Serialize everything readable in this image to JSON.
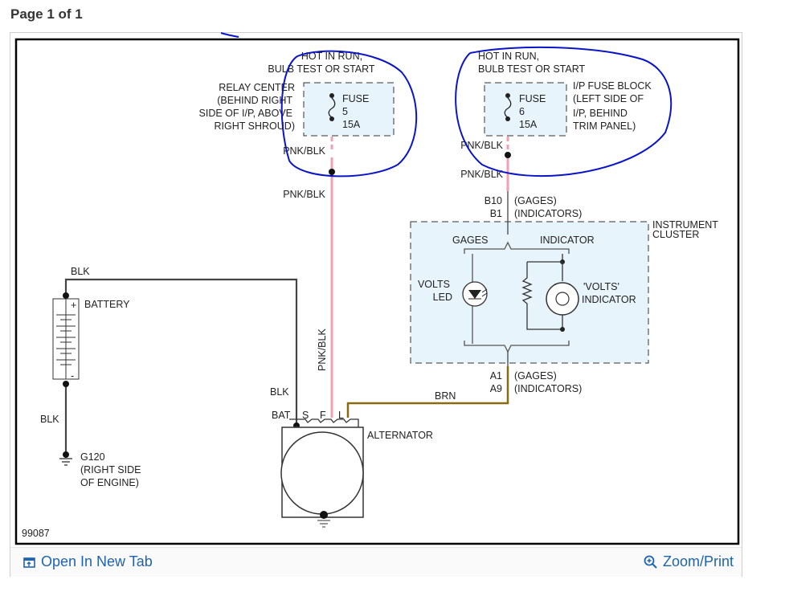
{
  "page": {
    "indicator": "Page 1 of 1"
  },
  "diagram": {
    "id_label": "99087",
    "hot_left": [
      "HOT IN RUN,",
      "BULB TEST OR START"
    ],
    "hot_right": [
      "HOT IN RUN,",
      "BULB TEST OR START"
    ],
    "relay_center": [
      "RELAY CENTER",
      "(BEHIND RIGHT",
      "SIDE OF I/P, ABOVE",
      "RIGHT SHROUD)"
    ],
    "fuse5": {
      "name": "FUSE",
      "number": "5",
      "rating": "15A"
    },
    "fuse6": {
      "name": "FUSE",
      "number": "6",
      "rating": "15A"
    },
    "ip_fuse_block": [
      "I/P FUSE BLOCK",
      "(LEFT SIDE OF",
      "I/P, BEHIND",
      "TRIM PANEL)"
    ],
    "pnk_blk": "PNK/BLK",
    "b10": "B10",
    "b1": "B1",
    "gages_paren": "(GAGES)",
    "indicators_paren": "(INDICATORS)",
    "instrument_cluster": [
      "INSTRUMENT",
      "CLUSTER"
    ],
    "gages": "GAGES",
    "indicator": "INDICATOR",
    "volts_led": [
      "VOLTS",
      "LED"
    ],
    "volts_indicator": [
      "'VOLTS'",
      "INDICATOR"
    ],
    "a1": "A1",
    "a9": "A9",
    "blk": "BLK",
    "brn": "BRN",
    "battery": "BATTERY",
    "bat": "BAT",
    "s": "S",
    "f": "F",
    "l": "L",
    "alternator": "ALTERNATOR",
    "g120": [
      "G120",
      "(RIGHT SIDE",
      "OF ENGINE)"
    ],
    "plus": "+",
    "minus": "-"
  },
  "footer": {
    "open_tab": "Open In New Tab",
    "zoom_print": "Zoom/Print"
  },
  "colors": {
    "wire_pink": "#f0a0b4",
    "wire_brown": "#8a6a10",
    "wire_dark": "#333333",
    "annotation_blue": "#0a14c8",
    "box_fill": "#e8f4fb"
  }
}
